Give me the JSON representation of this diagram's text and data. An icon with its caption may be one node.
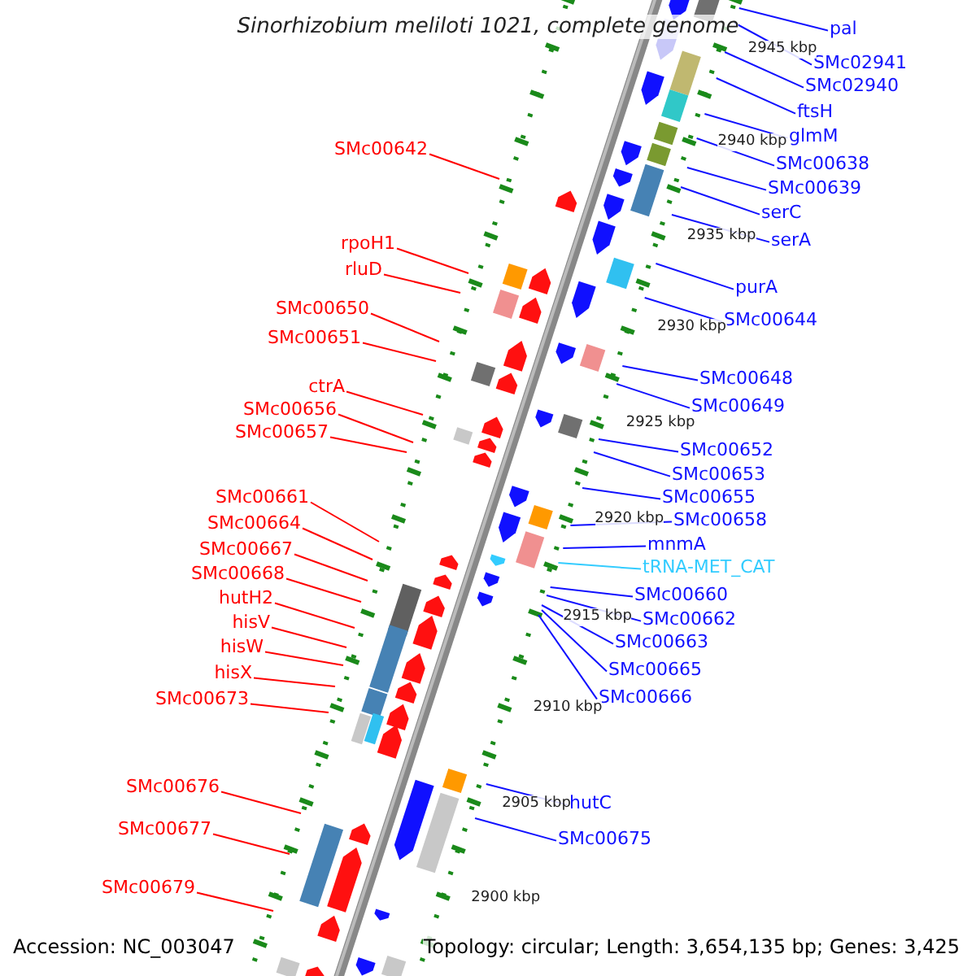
{
  "diagram": {
    "title": "Sinorhizobium meliloti 1021, complete genome",
    "nodes": [
      {
        "text": [
          "SMc00642"
        ]
      },
      {
        "text": [
          "rpoH1"
        ]
      },
      {
        "text": [
          "rluD"
        ]
      },
      {
        "text": [
          "SMc00650"
        ]
      },
      {
        "text": [
          "SMc00651"
        ]
      },
      {
        "text": [
          "ctrA"
        ]
      },
      {
        "text": [
          "SMc00656"
        ]
      },
      {
        "text": [
          "SMc00657"
        ]
      },
      {
        "text": [
          "SMc00661"
        ]
      },
      {
        "text": [
          "SMc00664"
        ]
      },
      {
        "text": [
          "SMc00667"
        ]
      },
      {
        "text": [
          "SMc00668"
        ]
      },
      {
        "text": [
          "hutH2"
        ]
      },
      {
        "text": [
          "hisV"
        ]
      },
      {
        "text": [
          "hisW"
        ]
      },
      {
        "text": [
          "hisX"
        ]
      },
      {
        "text": [
          "SMc00673"
        ]
      },
      {
        "text": [
          "SMc00676"
        ]
      },
      {
        "text": [
          "SMc00677"
        ]
      },
      {
        "text": [
          "SMc00679"
        ]
      },
      {
        "text": [
          "pal"
        ]
      },
      {
        "text": [
          "SMc02941"
        ]
      },
      {
        "text": [
          "SMc02940"
        ]
      },
      {
        "text": [
          "ftsH"
        ]
      },
      {
        "text": [
          "glmM"
        ]
      },
      {
        "text": [
          "SMc00638"
        ]
      },
      {
        "text": [
          "SMc00639"
        ]
      },
      {
        "text": [
          "serC"
        ]
      },
      {
        "text": [
          "serA"
        ]
      },
      {
        "text": [
          "purA"
        ]
      },
      {
        "text": [
          "SMc00644"
        ]
      },
      {
        "text": [
          "SMc00648"
        ]
      },
      {
        "text": [
          "SMc00649"
        ]
      },
      {
        "text": [
          "SMc00652"
        ]
      },
      {
        "text": [
          "SMc00653"
        ]
      },
      {
        "text": [
          "SMc00655"
        ]
      },
      {
        "text": [
          "SMc00658"
        ]
      },
      {
        "text": [
          "mnmA"
        ]
      },
      {
        "text": [
          "tRNA-MET_CAT"
        ]
      },
      {
        "text": [
          "SMc00660"
        ]
      },
      {
        "text": [
          "SMc00662"
        ]
      },
      {
        "text": [
          "SMc00663"
        ]
      },
      {
        "text": [
          "SMc00665"
        ]
      },
      {
        "text": [
          "SMc00666"
        ]
      },
      {
        "text": [
          "hutC"
        ]
      },
      {
        "text": [
          "SMc00675"
        ]
      }
    ],
    "edges": [
      {
        "from": 0,
        "to": null,
        "arrow": "none",
        "color": "#ff0000"
      },
      {
        "from": 1,
        "to": null,
        "arrow": "none",
        "color": "#ff0000"
      },
      {
        "from": 2,
        "to": null,
        "arrow": "none",
        "color": "#ff0000"
      },
      {
        "from": 3,
        "to": null,
        "arrow": "none",
        "color": "#ff0000"
      },
      {
        "from": 4,
        "to": null,
        "arrow": "none",
        "color": "#ff0000"
      },
      {
        "from": 5,
        "to": null,
        "arrow": "none",
        "color": "#ff0000"
      },
      {
        "from": 6,
        "to": null,
        "arrow": "none",
        "color": "#ff0000"
      },
      {
        "from": 7,
        "to": null,
        "arrow": "none",
        "color": "#ff0000"
      },
      {
        "from": 8,
        "to": null,
        "arrow": "none",
        "color": "#ff0000"
      },
      {
        "from": 9,
        "to": null,
        "arrow": "none",
        "color": "#ff0000"
      },
      {
        "from": 10,
        "to": null,
        "arrow": "none",
        "color": "#ff0000"
      },
      {
        "from": 11,
        "to": null,
        "arrow": "none",
        "color": "#ff0000"
      },
      {
        "from": 12,
        "to": null,
        "arrow": "none",
        "color": "#ff0000"
      },
      {
        "from": 13,
        "to": null,
        "arrow": "none",
        "color": "#ff0000"
      },
      {
        "from": 14,
        "to": null,
        "arrow": "none",
        "color": "#ff0000"
      },
      {
        "from": 15,
        "to": null,
        "arrow": "none",
        "color": "#ff0000"
      },
      {
        "from": 16,
        "to": null,
        "arrow": "none",
        "color": "#ff0000"
      },
      {
        "from": 17,
        "to": null,
        "arrow": "none",
        "color": "#ff0000"
      },
      {
        "from": 18,
        "to": null,
        "arrow": "none",
        "color": "#ff0000"
      },
      {
        "from": 19,
        "to": null,
        "arrow": "none",
        "color": "#ff0000"
      },
      {
        "from": 20,
        "to": null,
        "arrow": "none"
      },
      {
        "from": 21,
        "to": null,
        "arrow": "none"
      },
      {
        "from": 22,
        "to": null,
        "arrow": "none"
      },
      {
        "from": 23,
        "to": null,
        "arrow": "none"
      },
      {
        "from": 24,
        "to": null,
        "arrow": "none"
      },
      {
        "from": 25,
        "to": null,
        "arrow": "none"
      },
      {
        "from": 26,
        "to": null,
        "arrow": "none"
      },
      {
        "from": 27,
        "to": null,
        "arrow": "none"
      },
      {
        "from": 28,
        "to": null,
        "arrow": "none"
      },
      {
        "from": 29,
        "to": null,
        "arrow": "none"
      },
      {
        "from": 30,
        "to": null,
        "arrow": "none"
      },
      {
        "from": 31,
        "to": null,
        "arrow": "none"
      },
      {
        "from": 32,
        "to": null,
        "arrow": "none"
      },
      {
        "from": 33,
        "to": null,
        "arrow": "none"
      },
      {
        "from": 34,
        "to": null,
        "arrow": "none"
      },
      {
        "from": 35,
        "to": null,
        "arrow": "none"
      },
      {
        "from": 36,
        "to": null,
        "arrow": "none"
      },
      {
        "from": 37,
        "to": null,
        "arrow": "none"
      },
      {
        "from": 38,
        "to": null,
        "arrow": "none",
        "color": "#33ccff"
      },
      {
        "from": 39,
        "to": null,
        "arrow": "none"
      },
      {
        "from": 40,
        "to": null,
        "arrow": "none"
      },
      {
        "from": 41,
        "to": null,
        "arrow": "none"
      },
      {
        "from": 42,
        "to": null,
        "arrow": "none"
      },
      {
        "from": 43,
        "to": null,
        "arrow": "none"
      },
      {
        "from": 44,
        "to": null,
        "arrow": "none"
      },
      {
        "from": 45,
        "to": null,
        "arrow": "none"
      }
    ],
    "labels": [
      "2945 kbp",
      "2940 kbp",
      "2935 kbp",
      "2930 kbp",
      "2925 kbp",
      "2920 kbp",
      "2915 kbp",
      "2910 kbp",
      "2905 kbp",
      "2900 kbp",
      "Accession: NC_003047",
      "Topology: circular; Length: 3,654,135 bp; Genes: 3,425"
    ]
  }
}
